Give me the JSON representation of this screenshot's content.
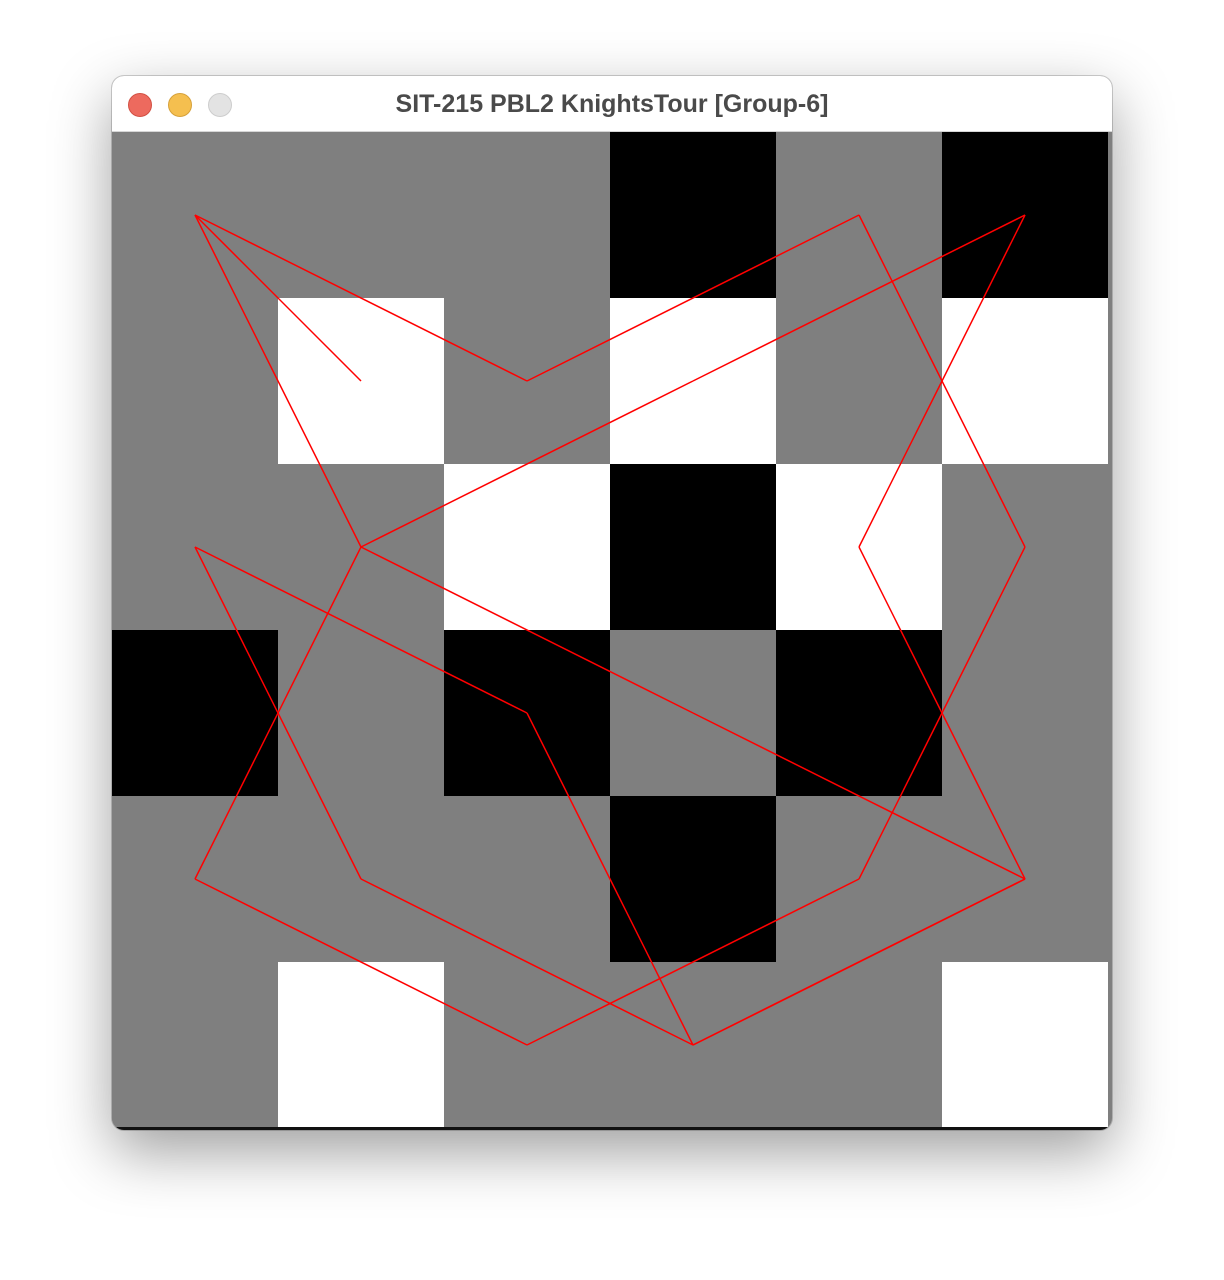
{
  "window": {
    "title": "SIT-215 PBL2 KnightsTour [Group-6]"
  },
  "board": {
    "size": 6,
    "colors": {
      "gray": "#7f7f7f",
      "black": "#000000",
      "white": "#ffffff",
      "path": "#ff0000"
    },
    "cells": [
      [
        "gray",
        "gray",
        "gray",
        "black",
        "gray",
        "black"
      ],
      [
        "gray",
        "white",
        "gray",
        "white",
        "gray",
        "white"
      ],
      [
        "gray",
        "gray",
        "white",
        "black",
        "white",
        "gray"
      ],
      [
        "black",
        "gray",
        "black",
        "gray",
        "black",
        "gray"
      ],
      [
        "gray",
        "gray",
        "gray",
        "black",
        "gray",
        "gray"
      ],
      [
        "gray",
        "white",
        "gray",
        "gray",
        "gray",
        "white"
      ]
    ],
    "tour": [
      [
        0,
        0
      ],
      [
        2,
        1
      ],
      [
        4,
        0
      ],
      [
        5,
        2
      ],
      [
        4,
        4
      ],
      [
        2,
        5
      ],
      [
        0,
        4
      ],
      [
        1,
        2
      ],
      [
        3,
        1
      ],
      [
        5,
        0
      ],
      [
        4,
        2
      ],
      [
        5,
        4
      ],
      [
        3,
        5
      ],
      [
        1,
        4
      ],
      [
        0,
        2
      ],
      [
        2,
        3
      ],
      [
        3,
        5
      ],
      [
        5,
        4
      ],
      [
        3,
        3
      ],
      [
        1,
        2
      ],
      [
        0,
        0
      ],
      [
        1,
        1
      ]
    ]
  }
}
